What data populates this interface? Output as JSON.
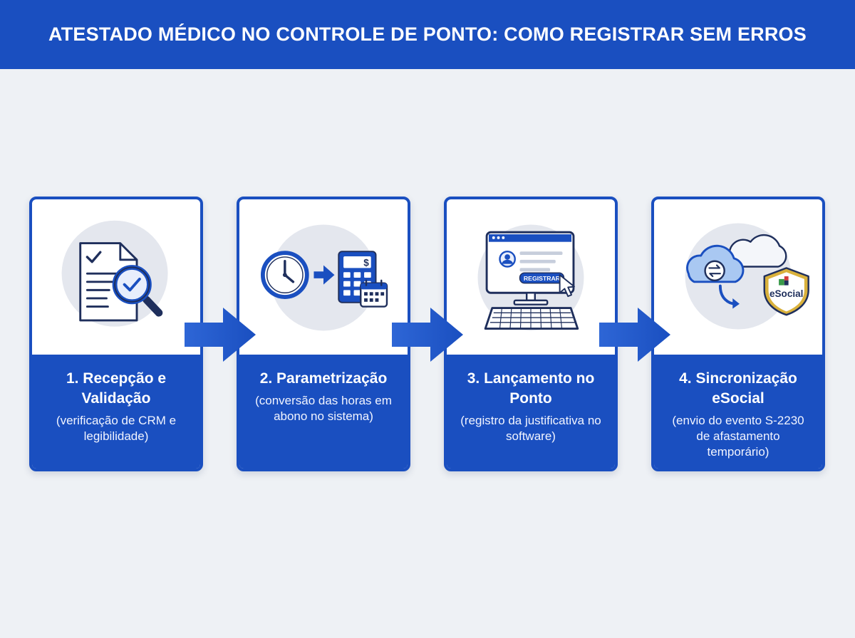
{
  "header": {
    "title": "ATESTADO MÉDICO NO CONTROLE DE PONTO: COMO REGISTRAR SEM ERROS"
  },
  "colors": {
    "primary": "#1a4fc0",
    "background": "#eef1f5",
    "icon_bg": "#e4e7ee",
    "badge_gold": "#d9b13c"
  },
  "steps": [
    {
      "title": "1. Recepção e Validação",
      "description": "(verificação de CRM e legibilidade)",
      "icon": "document-search-icon"
    },
    {
      "title": "2. Parametrização",
      "description": "(conversão das horas em abono no sistema)",
      "icon": "clock-to-calculator-icon"
    },
    {
      "title": "3. Lançamento no Ponto",
      "description": "(registro da justificativa no software)",
      "icon": "computer-register-icon",
      "button_label": "REGISTRAR"
    },
    {
      "title": "4. Sincronização eSocial",
      "description": "(envio do evento S-2230 de afastamento temporário)",
      "icon": "cloud-sync-shield-icon",
      "badge_label": "eSocial"
    }
  ]
}
